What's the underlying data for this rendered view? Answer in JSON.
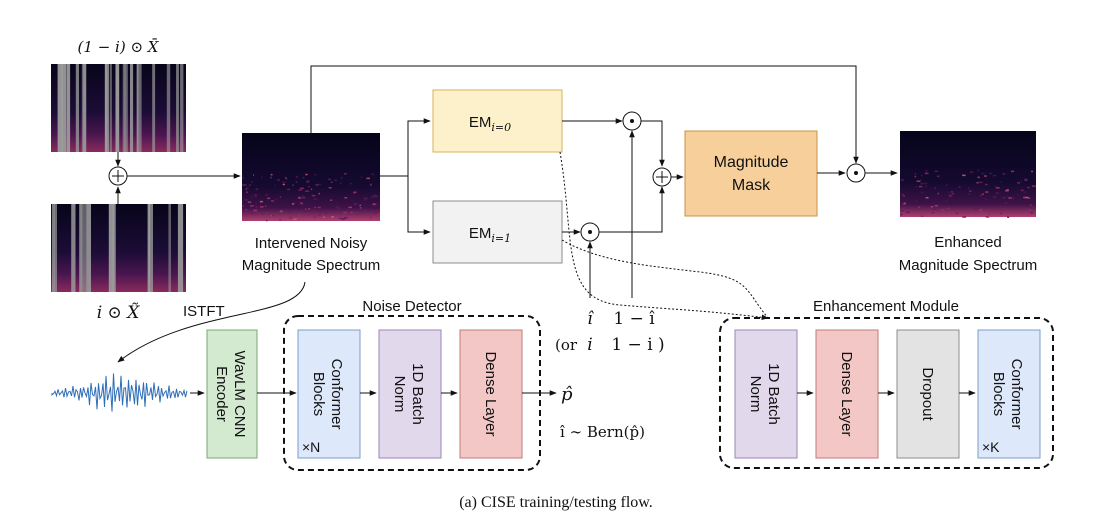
{
  "inputs": {
    "top_label": "(1 − i) ⊙ X̄",
    "bottom_label": "i ⊙ X̃"
  },
  "spectrum_intervened": {
    "label_line1": "Intervened Noisy",
    "label_line2": "Magnitude Spectrum"
  },
  "spectrum_enhanced": {
    "label_line1": "Enhanced",
    "label_line2": "Magnitude Spectrum"
  },
  "em0": {
    "label": "EM",
    "sub": "i=0"
  },
  "em1": {
    "label": "EM",
    "sub": "i=1"
  },
  "magnitude_mask": {
    "line1": "Magnitude",
    "line2": "Mask"
  },
  "istft": "ISTFT",
  "encoder": {
    "line1": "WavLM  CNN",
    "line2": "Encoder"
  },
  "noise_detector": {
    "title": "Noise Detector",
    "blocks": [
      {
        "line1": "Conformer",
        "line2": "Blocks",
        "mult": "×N"
      },
      {
        "line1": "1D Batch",
        "line2": "Norm"
      },
      {
        "line1": "Dense Layer"
      }
    ]
  },
  "p_hat": "p̂",
  "sampling": "î ∼ Bern(p̂)",
  "mix_labels": {
    "i_hat": "î",
    "one_minus_i_hat": "1 − î",
    "or_prefix": "(or",
    "i": "i",
    "one_minus_i": "1 − i )"
  },
  "enhancement_module": {
    "title": "Enhancement Module",
    "blocks": [
      {
        "line1": "1D Batch",
        "line2": "Norm"
      },
      {
        "line1": "Dense Layer"
      },
      {
        "line1": "Dropout"
      },
      {
        "line1": "Conformer",
        "line2": "Blocks",
        "mult": "×K"
      }
    ]
  },
  "caption": "(a) CISE training/testing flow.",
  "colors": {
    "em0_fill": "#fdf1cc",
    "em0_stroke": "#d7b35a",
    "em1_fill": "#f2f2f2",
    "em1_stroke": "#8c8c8c",
    "mask_fill": "#f7cf9a",
    "mask_stroke": "#c8904a",
    "encoder_fill": "#d3ead0",
    "encoder_stroke": "#79a872",
    "conformer_fill": "#dde9fb",
    "conformer_stroke": "#7d9cc9",
    "norm_fill": "#e1d8ec",
    "norm_stroke": "#9a86b5",
    "dense_fill": "#f4c7c7",
    "dense_stroke": "#c07b7b",
    "dropout_fill": "#e3e3e3",
    "dropout_stroke": "#8c8c8c"
  }
}
